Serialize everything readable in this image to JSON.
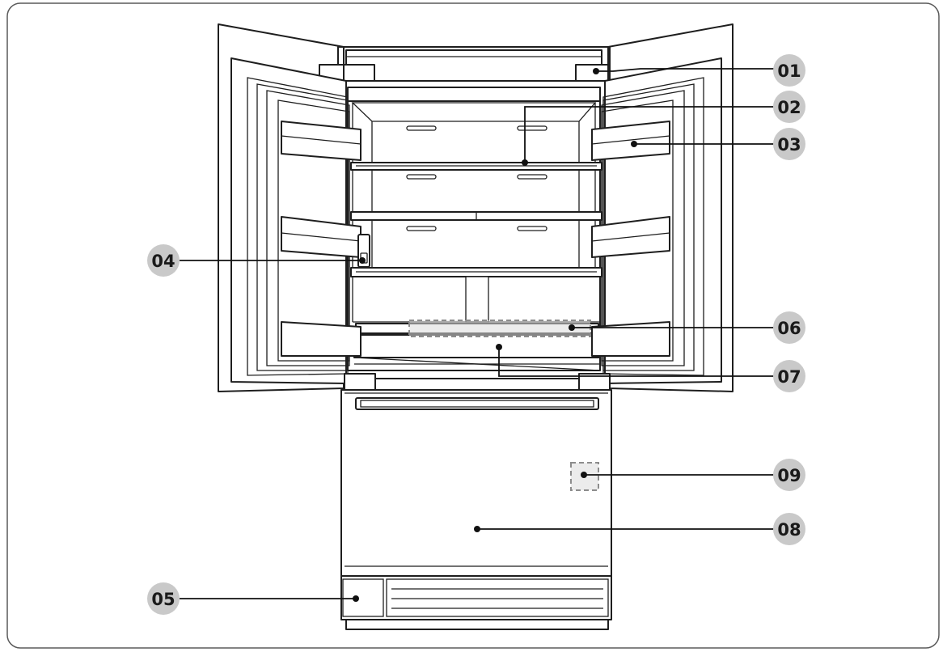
{
  "callouts": [
    {
      "id": "c01",
      "label": "01"
    },
    {
      "id": "c02",
      "label": "02"
    },
    {
      "id": "c03",
      "label": "03"
    },
    {
      "id": "c04",
      "label": "04"
    },
    {
      "id": "c05",
      "label": "05"
    },
    {
      "id": "c06",
      "label": "06"
    },
    {
      "id": "c07",
      "label": "07"
    },
    {
      "id": "c08",
      "label": "08"
    },
    {
      "id": "c09",
      "label": "09"
    }
  ],
  "colors": {
    "line": "#1e1e1e",
    "badge": "#c9c9c9",
    "highlight": "#8c8c8c"
  }
}
